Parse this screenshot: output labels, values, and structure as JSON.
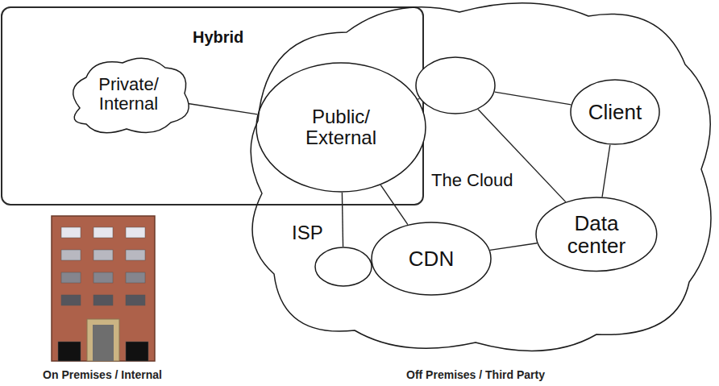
{
  "diagram": {
    "nodes": [
      {
        "text": [
          "Hybrid"
        ]
      },
      {
        "text": [
          "Private/ Internal"
        ],
        "in": 0
      },
      {
        "text": [
          "Public/ External"
        ],
        "in": 0
      },
      {
        "text": [
          "The Cloud"
        ]
      },
      {
        "text": [],
        "in": 3
      },
      {
        "text": [
          "Client"
        ],
        "in": 3
      },
      {
        "text": [
          "Data center"
        ],
        "in": 3
      },
      {
        "text": [
          "ISP"
        ],
        "in": 3
      },
      {
        "text": [
          "CDN"
        ],
        "in": 3
      }
    ],
    "edges": [
      {
        "from": 1,
        "to": 2,
        "arrow": "none"
      },
      {
        "from": 2,
        "to": 4,
        "arrow": "none"
      },
      {
        "from": 4,
        "to": 5,
        "arrow": "none"
      },
      {
        "from": 4,
        "to": 6,
        "arrow": "none"
      },
      {
        "from": 5,
        "to": 6,
        "arrow": "none"
      },
      {
        "from": 2,
        "to": 7,
        "arrow": "none"
      },
      {
        "from": 2,
        "to": 8,
        "arrow": "none"
      },
      {
        "from": 7,
        "to": 8,
        "arrow": "none"
      },
      {
        "from": 8,
        "to": 6,
        "arrow": "none"
      }
    ],
    "labels": [
      "On Premises / Internal",
      "Off Premises / Third Party"
    ]
  }
}
